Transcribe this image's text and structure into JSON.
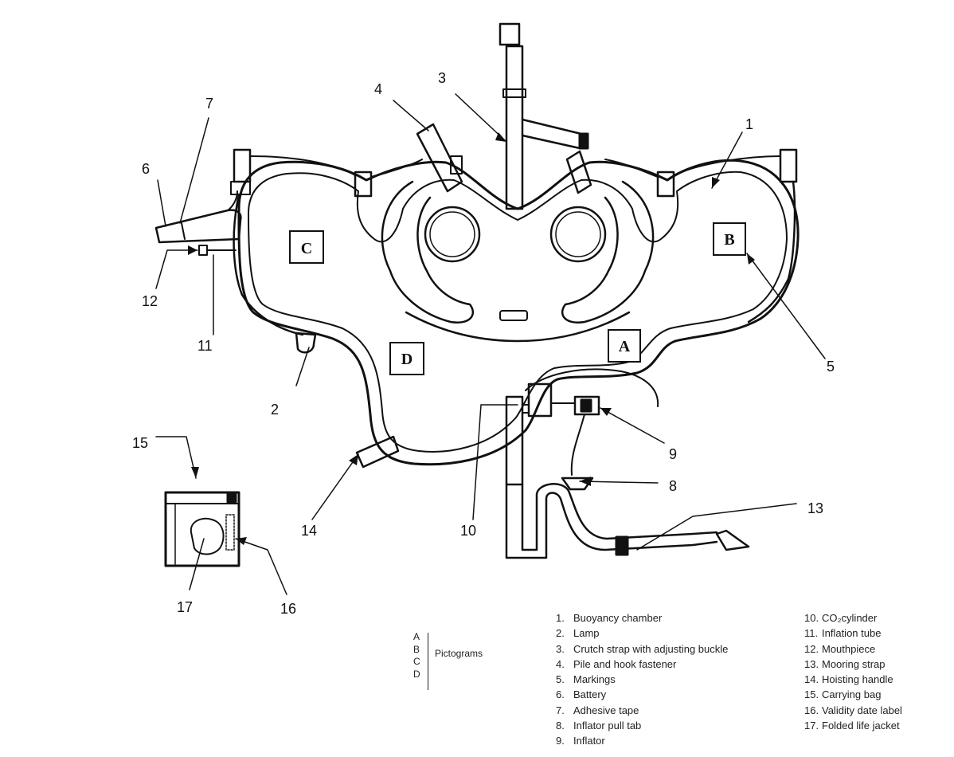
{
  "callouts": [
    "1",
    "2",
    "3",
    "4",
    "5",
    "6",
    "7",
    "8",
    "9",
    "10",
    "11",
    "12",
    "13",
    "14",
    "15",
    "16",
    "17"
  ],
  "pictograms": [
    "A",
    "B",
    "C",
    "D"
  ],
  "pictogram_key": {
    "letters": [
      "A",
      "B",
      "C",
      "D"
    ],
    "label": "Pictograms"
  },
  "legend_left": [
    {
      "num": "1.",
      "text": "Buoyancy chamber"
    },
    {
      "num": "2.",
      "text": "Lamp"
    },
    {
      "num": "3.",
      "text": "Crutch strap with adjusting buckle"
    },
    {
      "num": "4.",
      "text": "Pile and hook fastener"
    },
    {
      "num": "5.",
      "text": "Markings"
    },
    {
      "num": "6.",
      "text": "Battery"
    },
    {
      "num": "7.",
      "text": "Adhesive tape"
    },
    {
      "num": "8.",
      "text": "Inflator pull tab"
    },
    {
      "num": "9.",
      "text": "Inflator"
    }
  ],
  "legend_right": [
    {
      "num": "10.",
      "text": "CO₂cylinder"
    },
    {
      "num": "11.",
      "text": "Inflation tube"
    },
    {
      "num": "12.",
      "text": "Mouthpiece"
    },
    {
      "num": "13.",
      "text": "Mooring strap"
    },
    {
      "num": "14.",
      "text": "Hoisting handle"
    },
    {
      "num": "15.",
      "text": "Carrying bag"
    },
    {
      "num": "16.",
      "text": "Validity date label"
    },
    {
      "num": "17.",
      "text": "Folded life jacket"
    }
  ]
}
